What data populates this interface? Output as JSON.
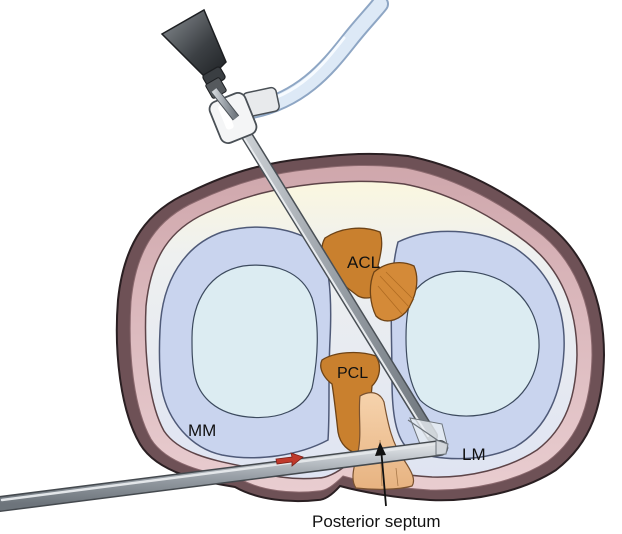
{
  "labels": {
    "acl": "ACL",
    "pcl": "PCL",
    "mm": "MM",
    "lm": "LM",
    "posterior_septum": "Posterior septum"
  },
  "colors": {
    "background": "#ffffff",
    "capsule_outer": "#6e5156",
    "capsule_band": "#d8b6ba",
    "joint_space": "#e6ebf5",
    "meniscus": "#c9d4ee",
    "cartilage": "#dcecf2",
    "ligament": "#c9802e",
    "septum": "#f1c79d",
    "instrument": "#9aa1a8",
    "tube": "#d6e4f3",
    "arrow": "#c0392b"
  },
  "icons": {
    "funnel": "funnel-icon",
    "connector": "three-way-connector-icon",
    "direction_arrow": "red-arrow-icon"
  }
}
